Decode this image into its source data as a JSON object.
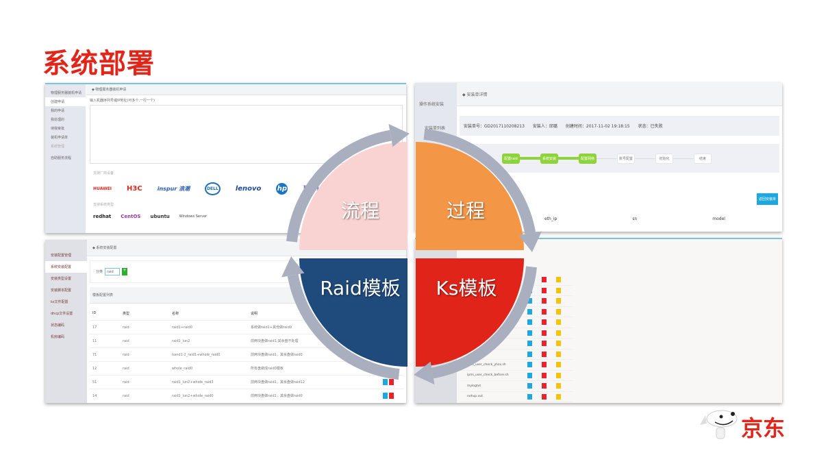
{
  "slide": {
    "title": "系统部署"
  },
  "cycle": {
    "quadrants": [
      {
        "label": "流程",
        "color": "#f8d3d1"
      },
      {
        "label": "过程",
        "color": "#f39646"
      },
      {
        "label": "Ks模板",
        "color": "#e02419"
      },
      {
        "label": "Raid模板",
        "color": "#1f4a7c"
      }
    ],
    "ring_color": "#a9afbf"
  },
  "screen1": {
    "breadcrumb": "◆ 物理服务器装机申请",
    "sidebar": [
      "物理服务器装机申请",
      "创建申请",
      "我的申请",
      "我处理的",
      "待我审批",
      "装机申请单",
      "系统管理",
      "自助服务流程"
    ],
    "input_label": "输入机器序列号或IP地址(可多个,一行一个)",
    "vendors_label": "支持厂商设备",
    "vendors": [
      "HUAWEI",
      "H3C",
      "inspur 浪潮",
      "DELL",
      "lenovo",
      "hp",
      "IBM"
    ],
    "os_label": "支持系统类型",
    "os": [
      "redhat",
      "CentOS",
      "ubuntu",
      "Windows Server"
    ]
  },
  "screen2": {
    "sidebar": [
      "操作系统安装",
      "安装单列表"
    ],
    "breadcrumb": "◆ 安装单详情",
    "info": "安装单号：GD2017110208213　　安装人：邱璐　　创建时间：2017-11-02 19:18:15　　状态：已失败",
    "steps": [
      {
        "label": "配置raid",
        "done": true
      },
      {
        "label": "系统安装",
        "done": true
      },
      {
        "label": "配置网络",
        "done": true
      },
      {
        "label": "账号配置",
        "done": false
      },
      {
        "label": "初始化",
        "done": false
      },
      {
        "label": "结束",
        "done": false
      }
    ],
    "button": "返回安装单",
    "columns": [
      "eth_ip",
      "sn",
      "model"
    ]
  },
  "screen3": {
    "breadcrumb": "◆ 系统安装配置",
    "sidebar": [
      "安装配置管理",
      "系统安装配置",
      "安装类型设置",
      "安装脚本配置",
      "ks文件配置",
      "dhcp文件设置",
      "状态编码",
      "机房编码"
    ],
    "filter_label": "分类",
    "filter_value": "raid",
    "table_title": "模板配置列表",
    "headers": [
      "ID",
      "类型",
      "名称",
      "说明"
    ],
    "rows": [
      [
        "17",
        "raid",
        "raid1+raid0",
        "系统做raid1+其他做raid0"
      ],
      [
        "11",
        "raid",
        "raid1_lun2",
        "前两块盘做raid1,其余盘不处理"
      ],
      [
        "71",
        "raid",
        "hand1-2_raid1+whole_raid0",
        "前两块盘做raid1，其余盘做raid0"
      ],
      [
        "12",
        "raid",
        "whole_raid0",
        "所有盘做成raid0模板"
      ],
      [
        "51",
        "raid",
        "raid1_lun2+whole_raid3",
        "前两块盘做raid1，其余盘做raid12"
      ],
      [
        "14",
        "raid",
        "raid1_lun2+whole_raid0",
        "前两块盘做raid1，其余盘做raid0"
      ]
    ]
  },
  "screen4": {
    "files": [
      "",
      "",
      "",
      "",
      "",
      "",
      "",
      "..._check.sh",
      "ipmi_user_check_yhzx.sh",
      "ipmi_user_check_before.sh",
      "mylogtxt",
      "nohup.out"
    ],
    "action_colors": [
      "#1fa8e0",
      "#e8232b",
      "#f5c400"
    ]
  },
  "brand": {
    "logo_text": "京东"
  }
}
